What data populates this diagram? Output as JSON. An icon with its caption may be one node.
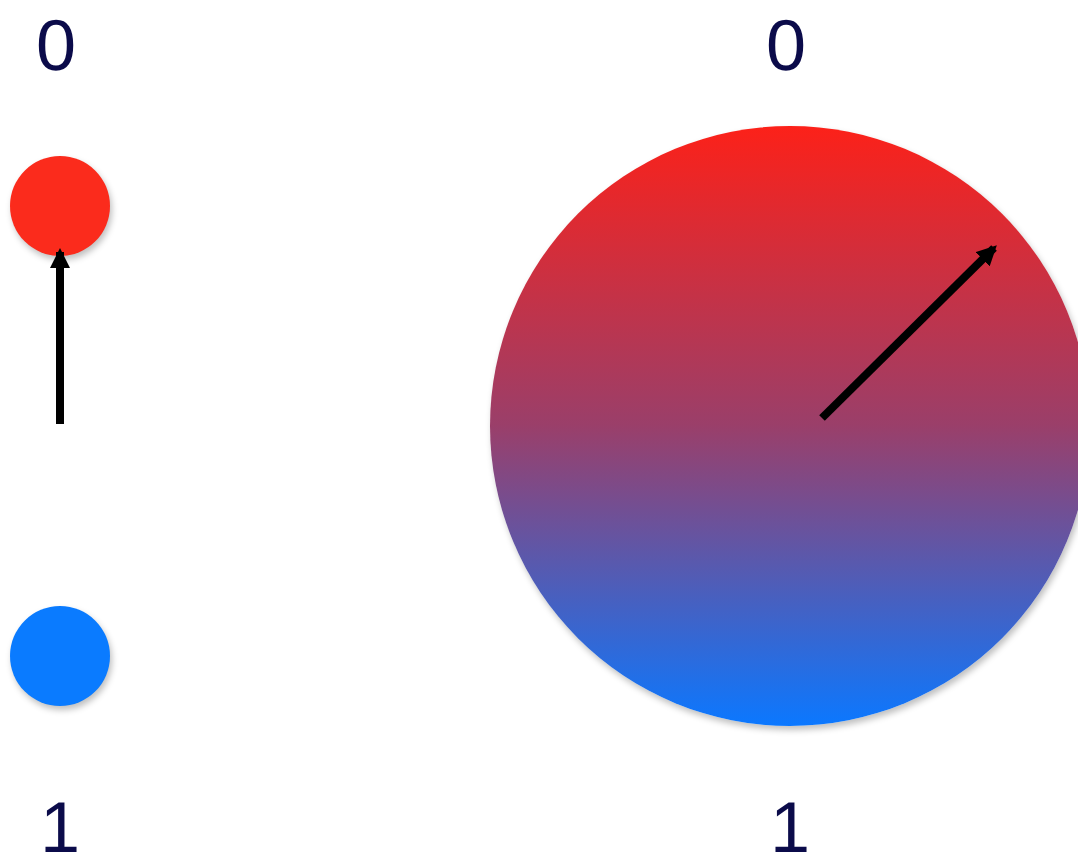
{
  "diagram": {
    "nodes": [
      {
        "text": [],
        "shape": "circle"
      },
      {
        "text": [],
        "shape": "circle"
      },
      {
        "text": [],
        "shape": "circle"
      }
    ],
    "labels": [
      "0",
      "0",
      "1",
      "1"
    ]
  }
}
